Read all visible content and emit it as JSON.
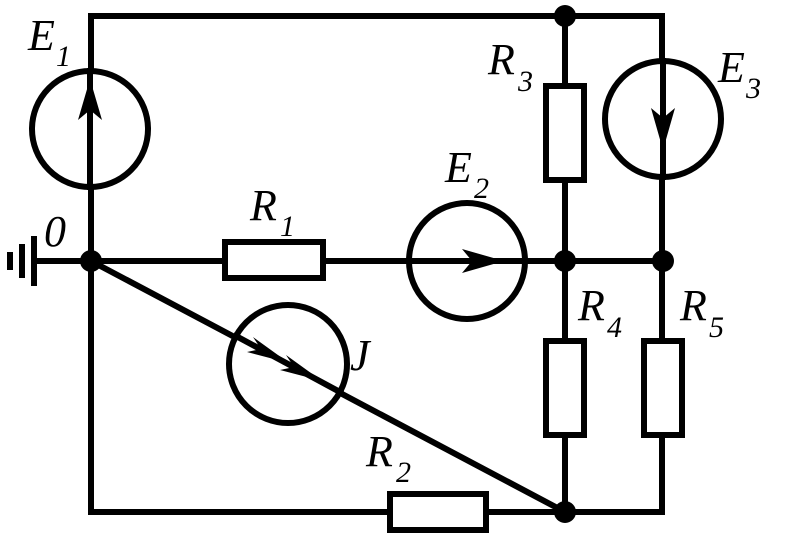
{
  "labels": {
    "e1": {
      "main": "E",
      "sub": "1"
    },
    "e2": {
      "main": "E",
      "sub": "2"
    },
    "e3": {
      "main": "E",
      "sub": "3"
    },
    "r1": {
      "main": "R",
      "sub": "1"
    },
    "r2": {
      "main": "R",
      "sub": "2"
    },
    "r3": {
      "main": "R",
      "sub": "3"
    },
    "r4": {
      "main": "R",
      "sub": "4"
    },
    "r5": {
      "main": "R",
      "sub": "5"
    },
    "j": "J",
    "ground": "0"
  },
  "colors": {
    "stroke": "#000000",
    "background": "#ffffff"
  }
}
